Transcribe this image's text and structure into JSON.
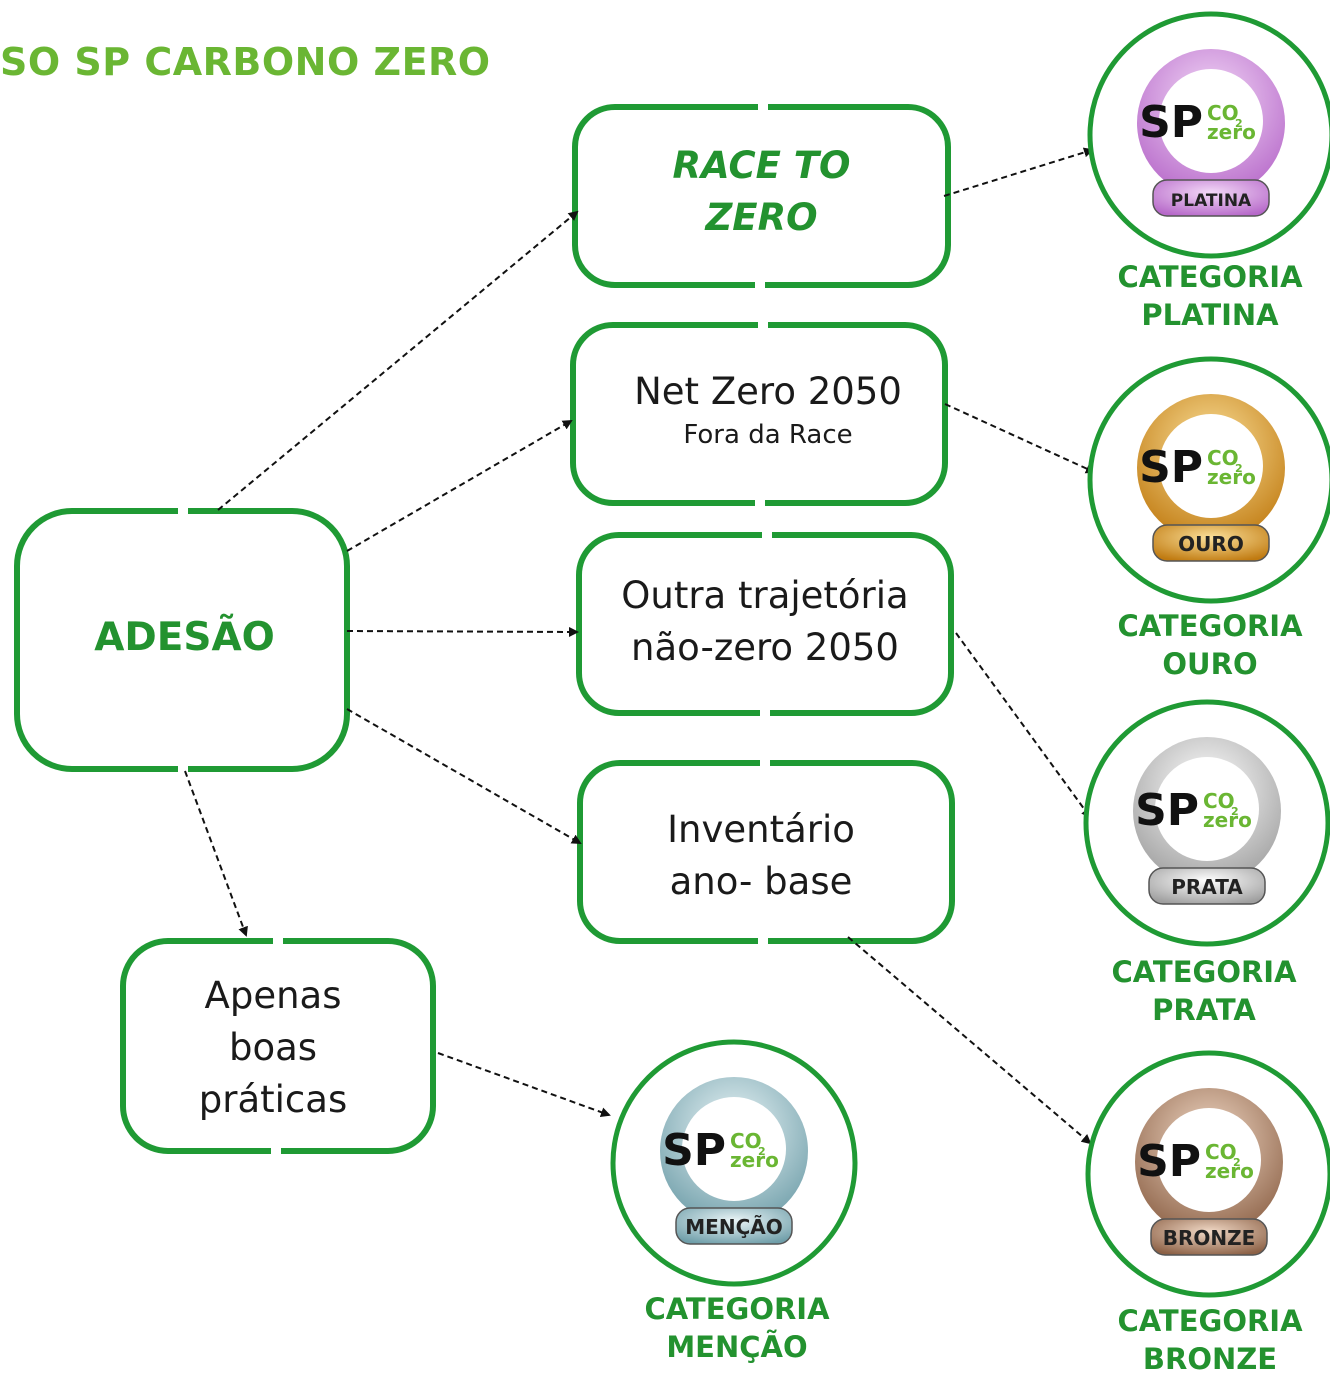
{
  "title": "SO SP CARBONO ZERO",
  "nodes": {
    "adesao": "ADESÃO",
    "race_to_zero": {
      "line1": "RACE TO",
      "line2": "ZERO"
    },
    "net_zero": {
      "line1": "Net Zero 2050",
      "line2": "Fora da Race"
    },
    "outra": {
      "line1": "Outra trajetória",
      "line2": "não-zero 2050"
    },
    "inventario": {
      "line1": "Inventário",
      "line2": "ano- base"
    },
    "boas_praticas": {
      "line1": "Apenas",
      "line2": "boas",
      "line3": "práticas"
    }
  },
  "badges": {
    "platina": {
      "tag": "PLATINA",
      "caption1": "CATEGORIA",
      "caption2": "PLATINA"
    },
    "ouro": {
      "tag": "OURO",
      "caption1": "CATEGORIA",
      "caption2": "OURO"
    },
    "prata": {
      "tag": "PRATA",
      "caption1": "CATEGORIA",
      "caption2": "PRATA"
    },
    "bronze": {
      "tag": "BRONZE",
      "caption1": "CATEGORIA",
      "caption2": "BRONZE"
    },
    "mencao": {
      "tag": "MENÇÃO",
      "caption1": "CATEGORIA",
      "caption2": "MENÇÃO"
    }
  },
  "logo": {
    "sp": "SP",
    "co": "CO",
    "two": "2",
    "zero": "zero"
  },
  "colors": {
    "title_green": "#6ab633",
    "box_green": "#1f9a34",
    "text_green": "#23922f",
    "platina": "#c989d9",
    "ouro": "#d9961c",
    "prata": "#bdbdbd",
    "bronze": "#a77c5e",
    "mencao": "#8fb8c2"
  }
}
